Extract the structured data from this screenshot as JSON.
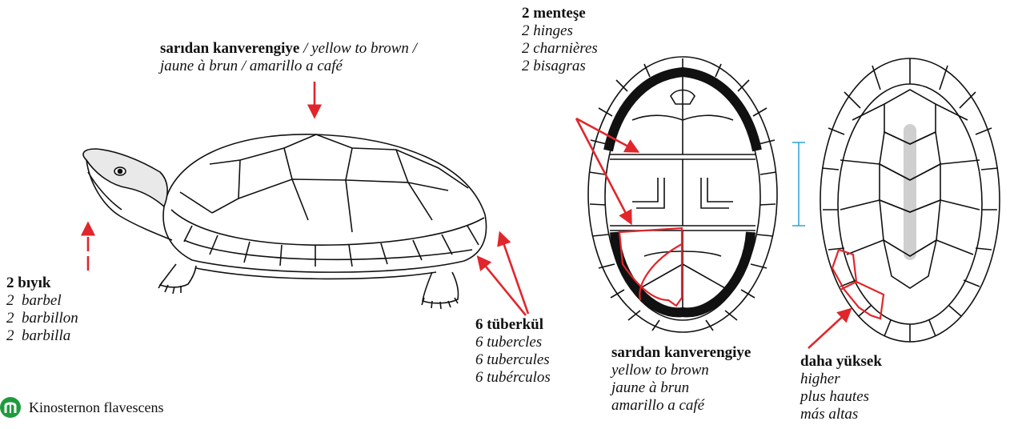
{
  "labels": {
    "top_shell": {
      "bold": "sarıdan kanverengiye",
      "line1_rest": " / yellow to brown /",
      "line2": "jaune à brun / amarillo a café"
    },
    "hinges": {
      "bold": "2 menteşe",
      "lines": [
        "2 hinges",
        "2 charnières",
        "2 bisagras"
      ]
    },
    "barbels": {
      "bold": "2 bıyık",
      "lines": [
        "2  barbel",
        "2  barbillon",
        "2  barbilla"
      ]
    },
    "tubercles": {
      "bold": "6 tüberkül",
      "lines": [
        "6 tubercles",
        "6 tubercules",
        "6 tubérculos"
      ]
    },
    "plastron_color": {
      "bold": "sarıdan kanverengiye",
      "lines": [
        "yellow to brown",
        "jaune à brun",
        "amarillo a café"
      ]
    },
    "higher": {
      "bold": "daha yüksek",
      "lines": [
        "higher",
        "plus hautes",
        "más altas"
      ]
    }
  },
  "footer": {
    "species": "Kinosternon flavescens",
    "logo_icon": "turtle-logo-icon"
  },
  "colors": {
    "arrow": "#e0262b",
    "dimension": "#3aa8d8",
    "outline": "#111111",
    "highlight_stripe": "#cfcfcf",
    "logo": "#1f9b3f"
  }
}
